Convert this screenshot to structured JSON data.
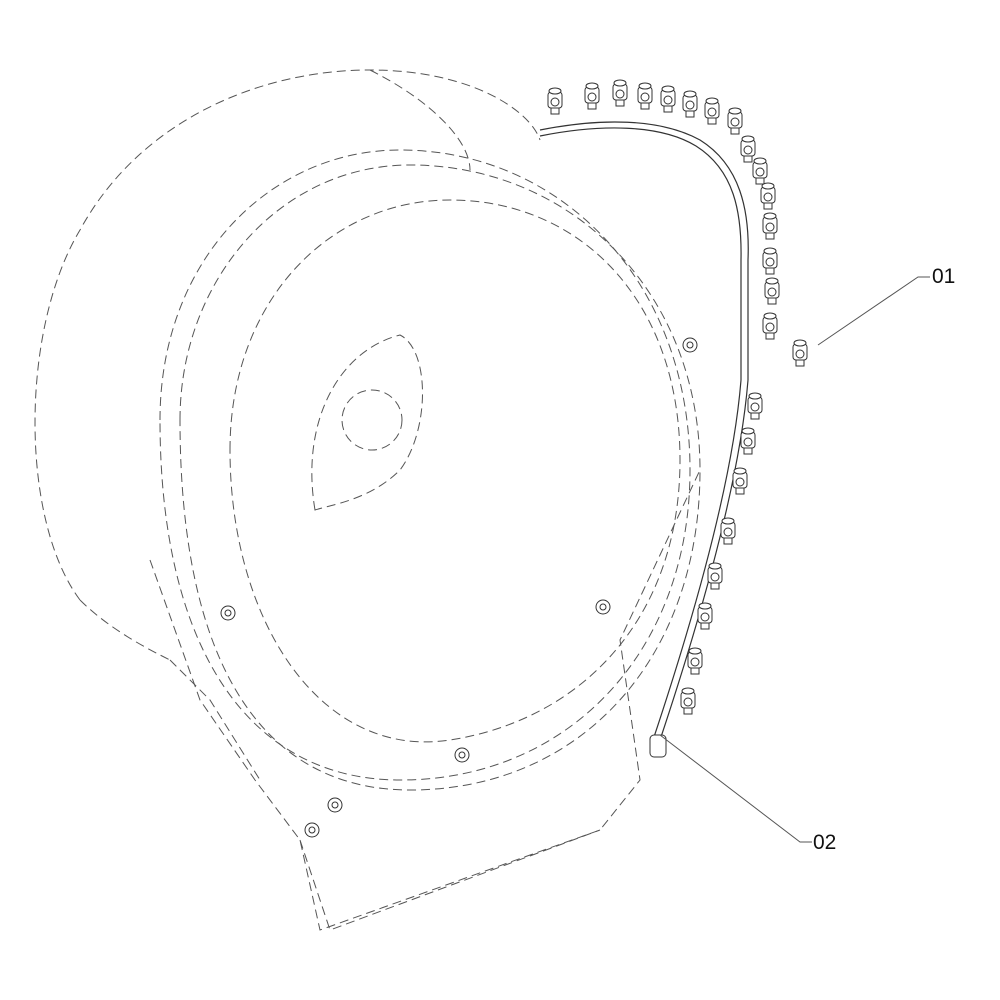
{
  "callouts": [
    {
      "id": "01",
      "label": "01",
      "part": "nozzle"
    },
    {
      "id": "02",
      "label": "02",
      "part": "spray-manifold"
    }
  ]
}
